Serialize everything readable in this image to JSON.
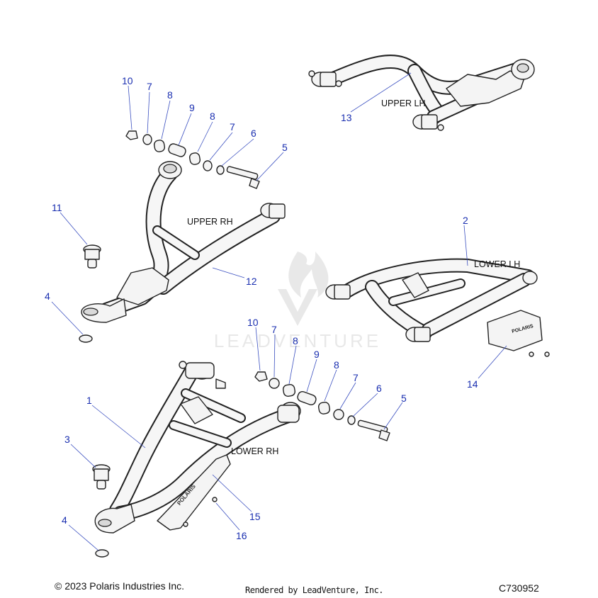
{
  "watermark": {
    "text": "LEADVENTURE"
  },
  "footer": {
    "copyright": "© 2023 Polaris Industries Inc.",
    "rendered_by": "Rendered by LeadVenture, Inc.",
    "diagram_code": "C730952"
  },
  "region_labels": {
    "upper_lh": "UPPER LH",
    "upper_rh": "UPPER RH",
    "lower_lh": "LOWER LH",
    "lower_rh": "LOWER RH"
  },
  "guard_logo": "POLARIS",
  "callouts": {
    "c10_top": "10",
    "c7_top": "7",
    "c8_top_a": "8",
    "c9_top": "9",
    "c8_top_b": "8",
    "c7_top_b": "7",
    "c6_top": "6",
    "c5_top": "5",
    "c13": "13",
    "c11": "11",
    "c12": "12",
    "c2": "2",
    "c4_top": "4",
    "c14": "14",
    "c10_bot": "10",
    "c7_bot": "7",
    "c8_bot_a": "8",
    "c9_bot": "9",
    "c8_bot_b": "8",
    "c7_bot_b": "7",
    "c6_bot": "6",
    "c5_bot": "5",
    "c1": "1",
    "c3": "3",
    "c15": "15",
    "c16": "16",
    "c4_bot": "4"
  },
  "colors": {
    "callout": "#1a2fb0",
    "line": "#222222",
    "part_fill": "#f4f4f4"
  }
}
